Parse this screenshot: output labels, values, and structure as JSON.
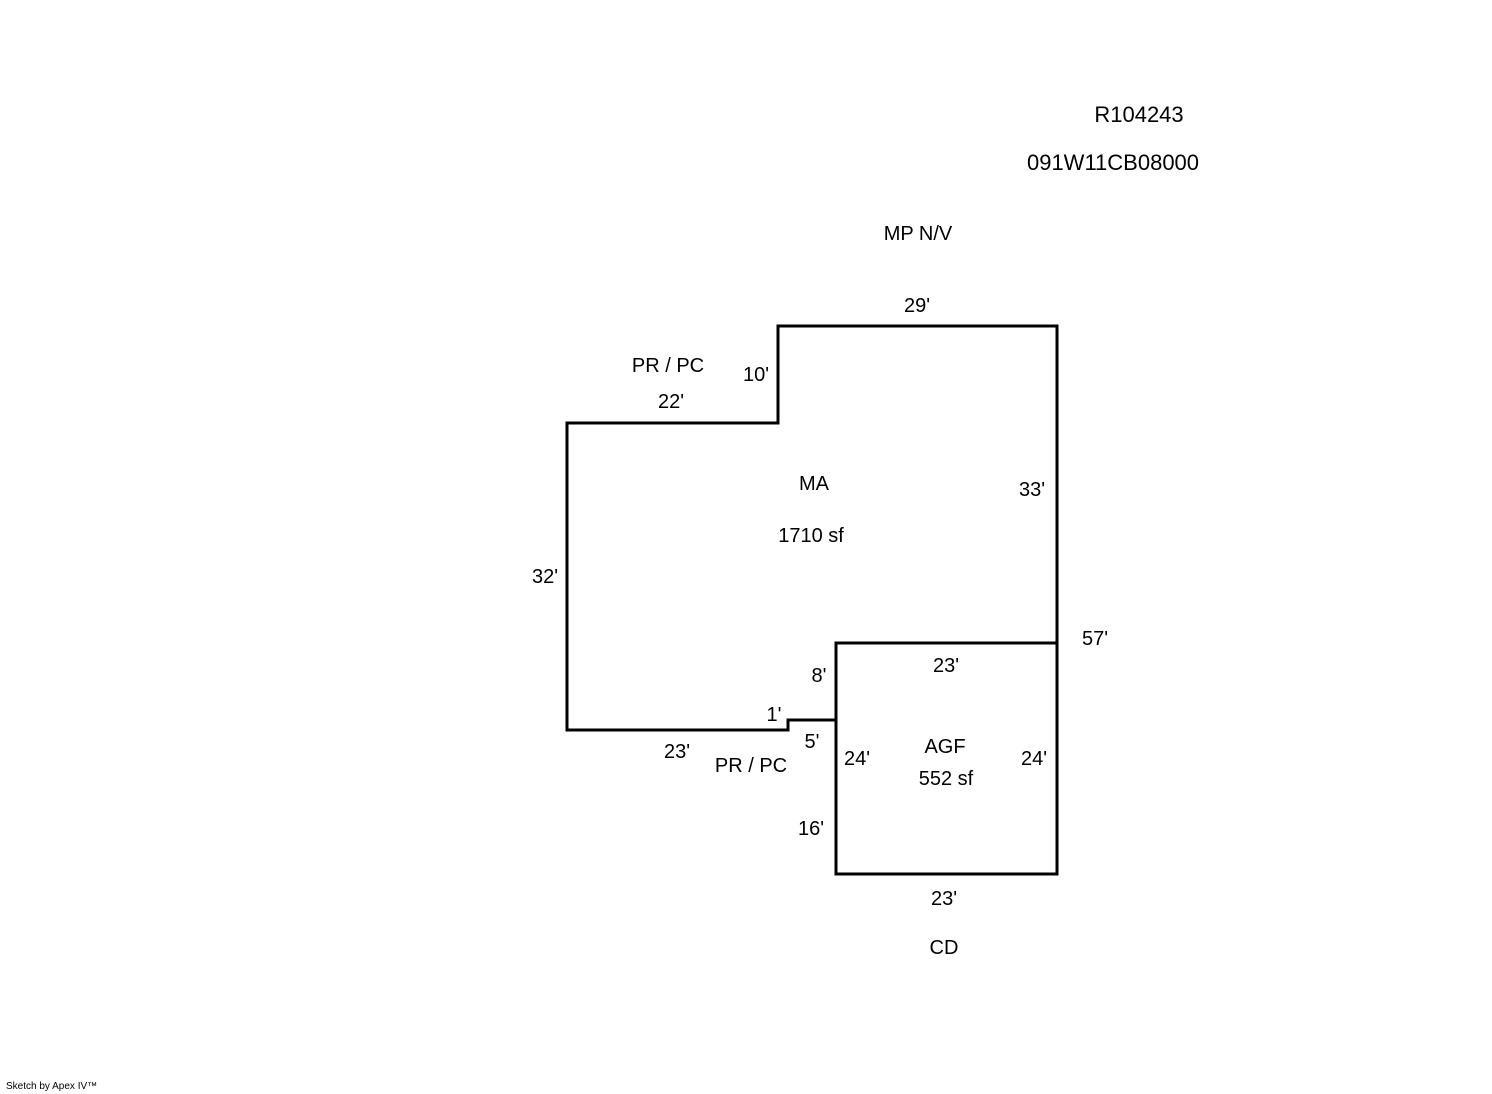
{
  "header": {
    "account_id": "R104243",
    "map_taxlot": "091W11CB08000",
    "note": "MP  N/V"
  },
  "main_area": {
    "code": "MA",
    "area": "1710 sf",
    "dims": {
      "top": "29'",
      "step_vertical": "10'",
      "step_horizontal": "22'",
      "right": "33'",
      "right_total": "57'",
      "left": "32'",
      "bottom": "23'",
      "notch_horizontal": "1'",
      "notch_upper": "8'",
      "notch_lower": "5'"
    }
  },
  "garage": {
    "code": "AGF",
    "area": "552 sf",
    "dims": {
      "top": "23'",
      "left": "24'",
      "right": "24'",
      "bottom": "23'",
      "left_lower": "16'"
    }
  },
  "porches": {
    "upper": "PR / PC",
    "lower": "PR / PC"
  },
  "deck": {
    "label": "CD"
  },
  "footer": {
    "credit": "Sketch by Apex IV™"
  }
}
